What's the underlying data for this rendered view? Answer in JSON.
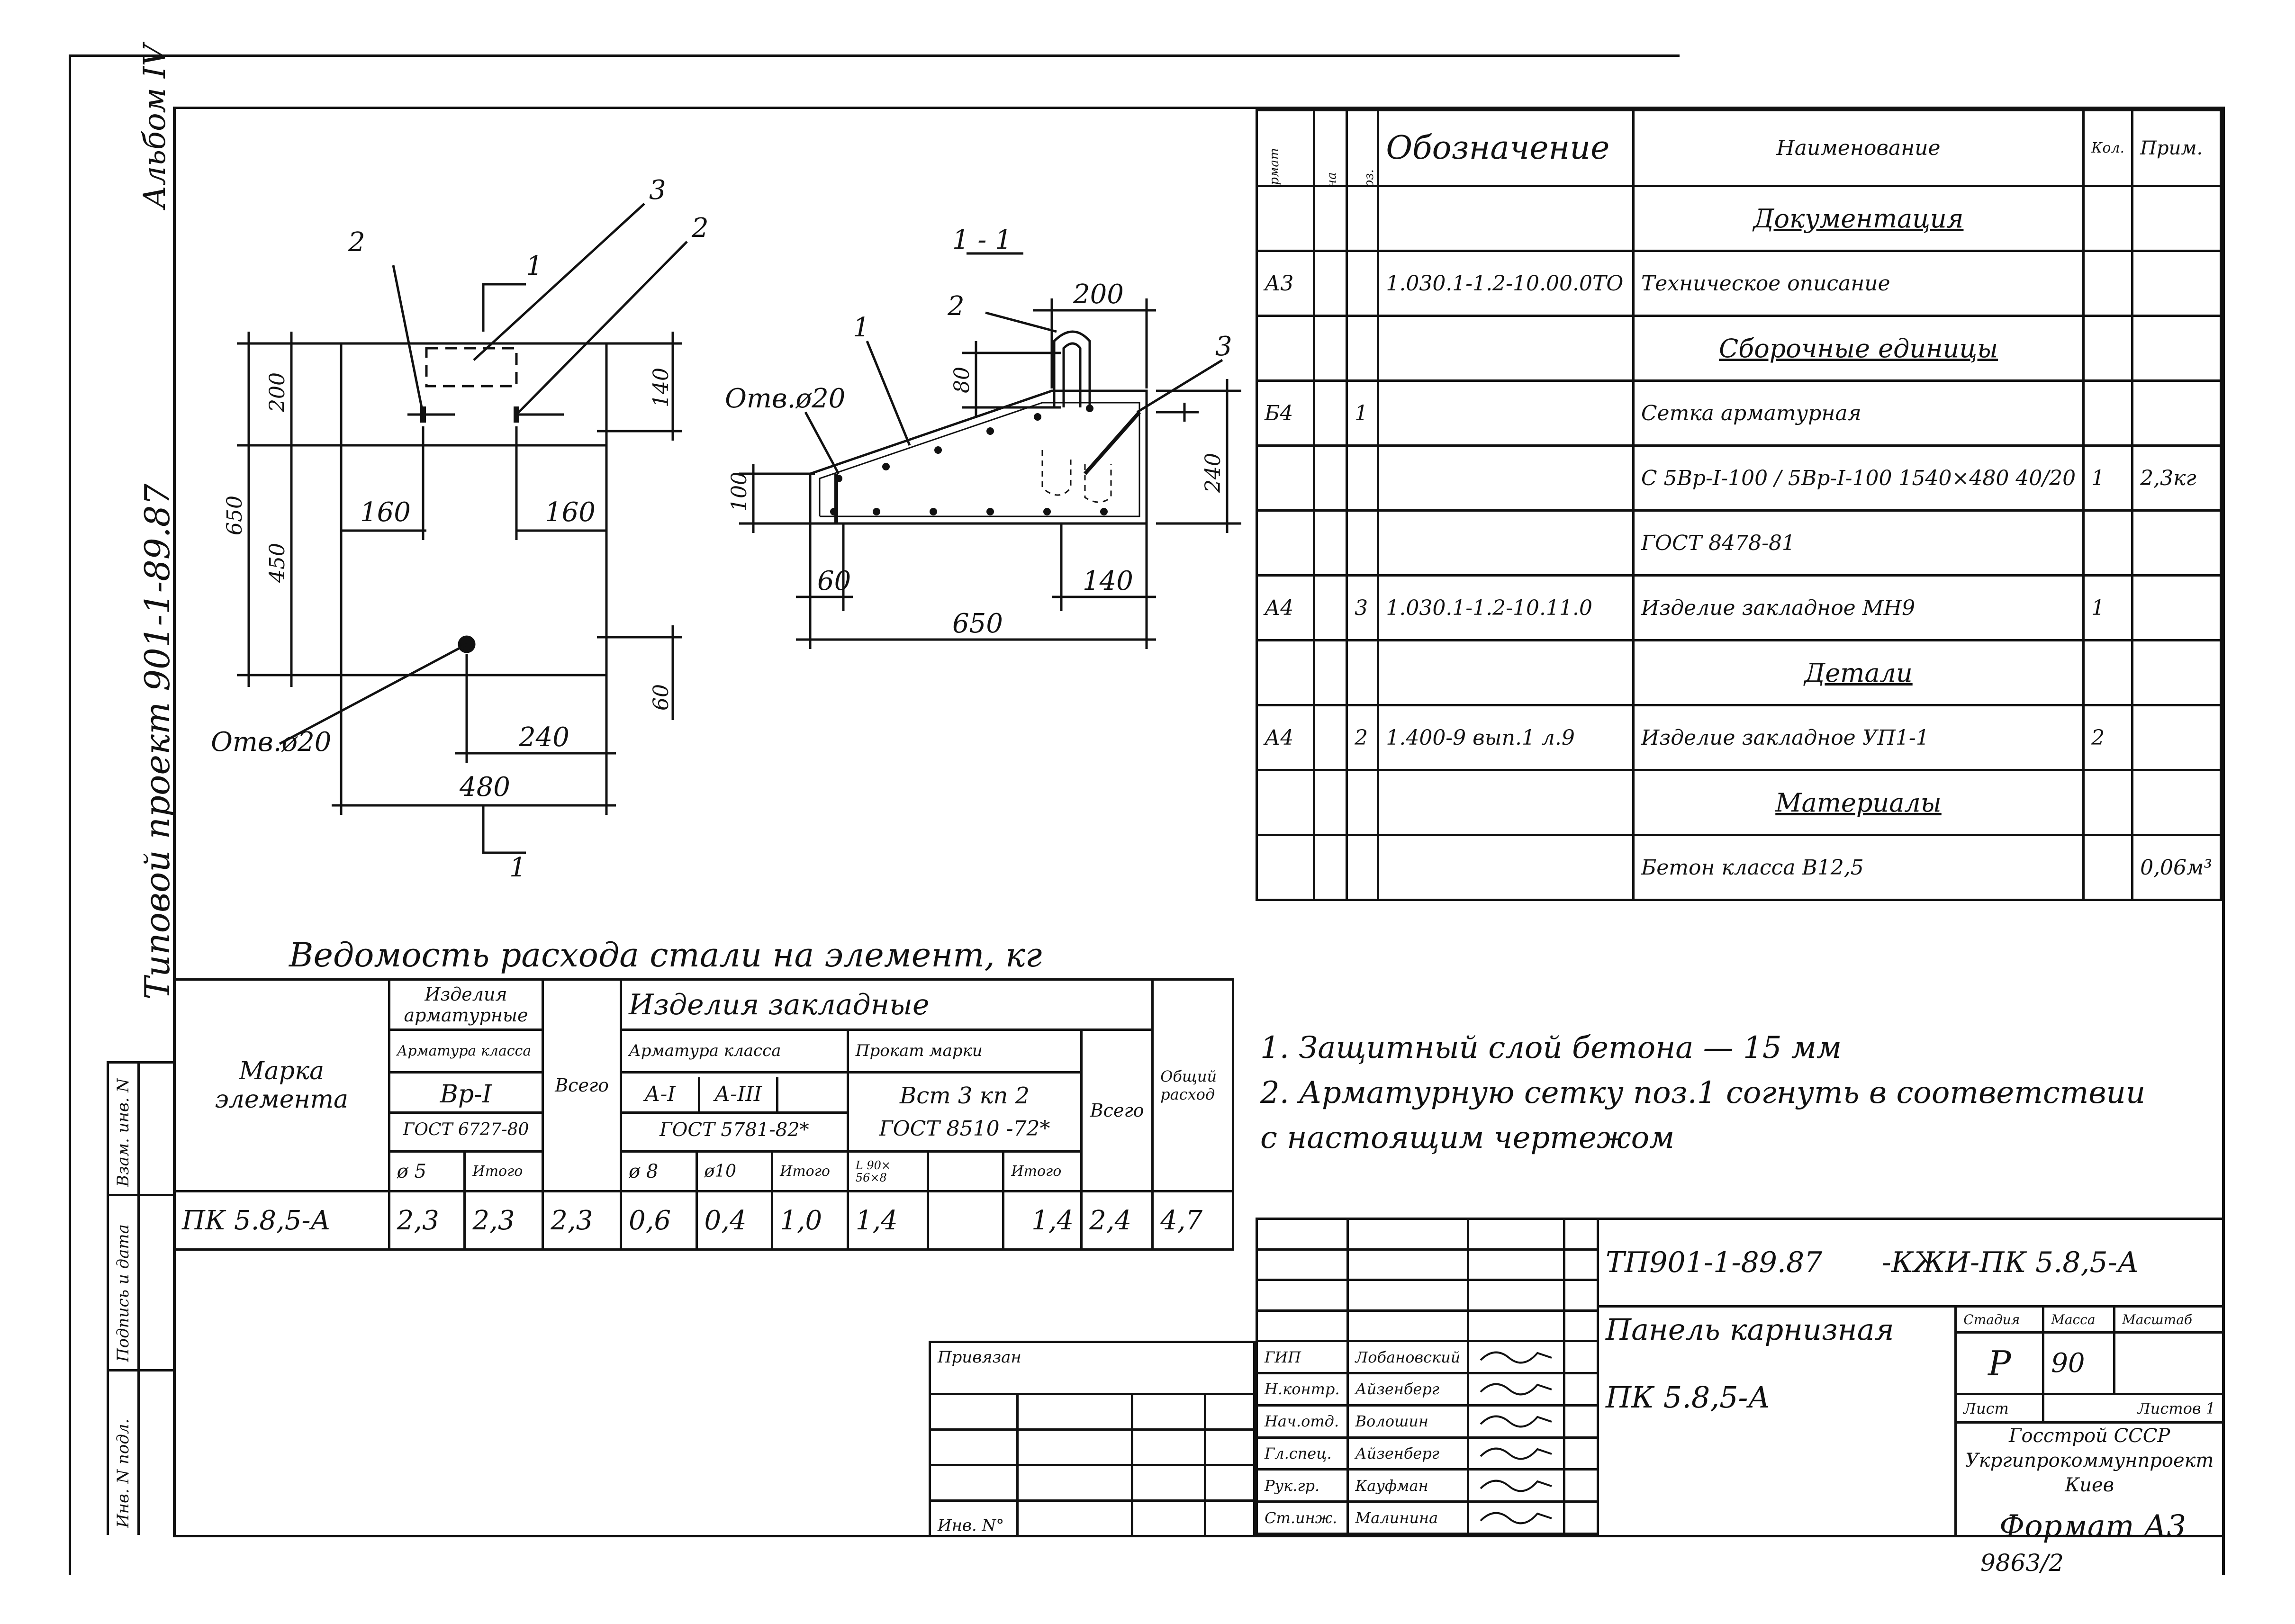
{
  "margin": {
    "album": "Альбом IV",
    "project": "Типовой проект 901-1-89.87",
    "inv_podl": "Инв. N подл.",
    "podpis": "Подпись и дата",
    "vzam": "Взам. инв. N"
  },
  "drawing": {
    "section_label": "1 - 1",
    "cut_mark": "1",
    "pos": [
      "1",
      "2",
      "3"
    ],
    "hole": "Отв.ø20",
    "plan_dims": [
      "200",
      "450",
      "650",
      "140",
      "160",
      "160",
      "60",
      "240",
      "480"
    ],
    "section_dims": [
      "200",
      "80",
      "100",
      "240",
      "60",
      "140",
      "650"
    ]
  },
  "spec": {
    "headers": [
      "Формат",
      "Зона",
      "Поз.",
      "Обозначение",
      "Наименование",
      "Кол.",
      "Прим."
    ],
    "rows": [
      {
        "f": "",
        "z": "",
        "p": "",
        "d": "",
        "n": "Документация",
        "k": "",
        "m": "",
        "section": true
      },
      {
        "f": "А3",
        "z": "",
        "p": "",
        "d": "1.030.1-1.2-10.00.0ТО",
        "n": "Техническое описание",
        "k": "",
        "m": ""
      },
      {
        "f": "",
        "z": "",
        "p": "",
        "d": "",
        "n": "Сборочные единицы",
        "k": "",
        "m": "",
        "section": true
      },
      {
        "f": "Б4",
        "z": "",
        "p": "1",
        "d": "",
        "n": "Сетка арматурная",
        "k": "",
        "m": ""
      },
      {
        "f": "",
        "z": "",
        "p": "",
        "d": "",
        "n": "С 5Вр-I-100 / 5Вр-I-100 1540×480 40/20",
        "k": "1",
        "m": "2,3кг"
      },
      {
        "f": "",
        "z": "",
        "p": "",
        "d": "",
        "n": "ГОСТ 8478-81",
        "k": "",
        "m": ""
      },
      {
        "f": "А4",
        "z": "",
        "p": "3",
        "d": "1.030.1-1.2-10.11.0",
        "n": "Изделие закладное МН9",
        "k": "1",
        "m": ""
      },
      {
        "f": "",
        "z": "",
        "p": "",
        "d": "",
        "n": "Детали",
        "k": "",
        "m": "",
        "section": true
      },
      {
        "f": "А4",
        "z": "",
        "p": "2",
        "d": "1.400-9 вып.1 л.9",
        "n": "Изделие закладное УП1-1",
        "k": "2",
        "m": ""
      },
      {
        "f": "",
        "z": "",
        "p": "",
        "d": "",
        "n": "Материалы",
        "k": "",
        "m": "",
        "section": true
      },
      {
        "f": "",
        "z": "",
        "p": "",
        "d": "",
        "n": "Бетон класса В12,5",
        "k": "",
        "m": "0,06м³"
      }
    ]
  },
  "steel": {
    "title": "Ведомость расхода стали на элемент, кг",
    "mark_header": "Марка элемента",
    "reinf_header": "Изделия арматурные",
    "reinf_class": "Арматура класса",
    "reinf_grade": "Вр-I",
    "reinf_gost": "ГОСТ 6727-80",
    "phi5": "ø 5",
    "itogo": "Итого",
    "vsego": "Всего",
    "embed_header": "Изделия закладные",
    "arm_class": "Арматура класса",
    "a1": "А-I",
    "a3": "А-III",
    "gost5781": "ГОСТ 5781-82*",
    "phi8": "ø 8",
    "phi10": "ø10",
    "prokat": "Прокат марки",
    "vst": "Вст 3 кп 2",
    "gost8510": "ГОСТ 8510 -72*",
    "angle": "L 90× 56×8",
    "total_header": "Общий расход",
    "row": {
      "mark": "ПК 5.8,5-А",
      "phi5": "2,3",
      "itogo1": "2,3",
      "vsego1": "2,3",
      "phi8": "0,6",
      "phi10": "0,4",
      "itogo2": "1,0",
      "angle": "1,4",
      "empty": "",
      "itogo3": "1,4",
      "vsego2": "2,4",
      "total": "4,7"
    }
  },
  "notes": [
    "1. Защитный слой бетона — 15 мм",
    "2. Арматурную сетку поз.1 согнуть в соответствии",
    "с настоящим чертежом"
  ],
  "stamp": {
    "code": "ТП901-1-89.87",
    "code2": "-КЖИ-ПК 5.8,5-А",
    "name": "Панель карнизная",
    "name2": "ПК 5.8,5-А",
    "stage_h": "Стадия",
    "mass_h": "Масса",
    "scale_h": "Масштаб",
    "stage": "Р",
    "mass": "90",
    "sheet": "Лист",
    "sheets": "Листов 1",
    "org1": "Госстрой СССР",
    "org2": "Укргипрокоммунпроект",
    "org3": "Киев",
    "privyazan": "Привязан",
    "inv": "Инв. N°",
    "people": [
      {
        "role": "ГИП",
        "name": "Лобановский"
      },
      {
        "role": "Н.контр.",
        "name": "Айзенберг"
      },
      {
        "role": "Нач.отд.",
        "name": "Волошин"
      },
      {
        "role": "Гл.спец.",
        "name": "Айзенберг"
      },
      {
        "role": "Рук.гр.",
        "name": "Кауфман"
      },
      {
        "role": "Ст.инж.",
        "name": "Малинина"
      }
    ]
  },
  "footer": {
    "format": "Формат А3",
    "number": "9863/2"
  }
}
